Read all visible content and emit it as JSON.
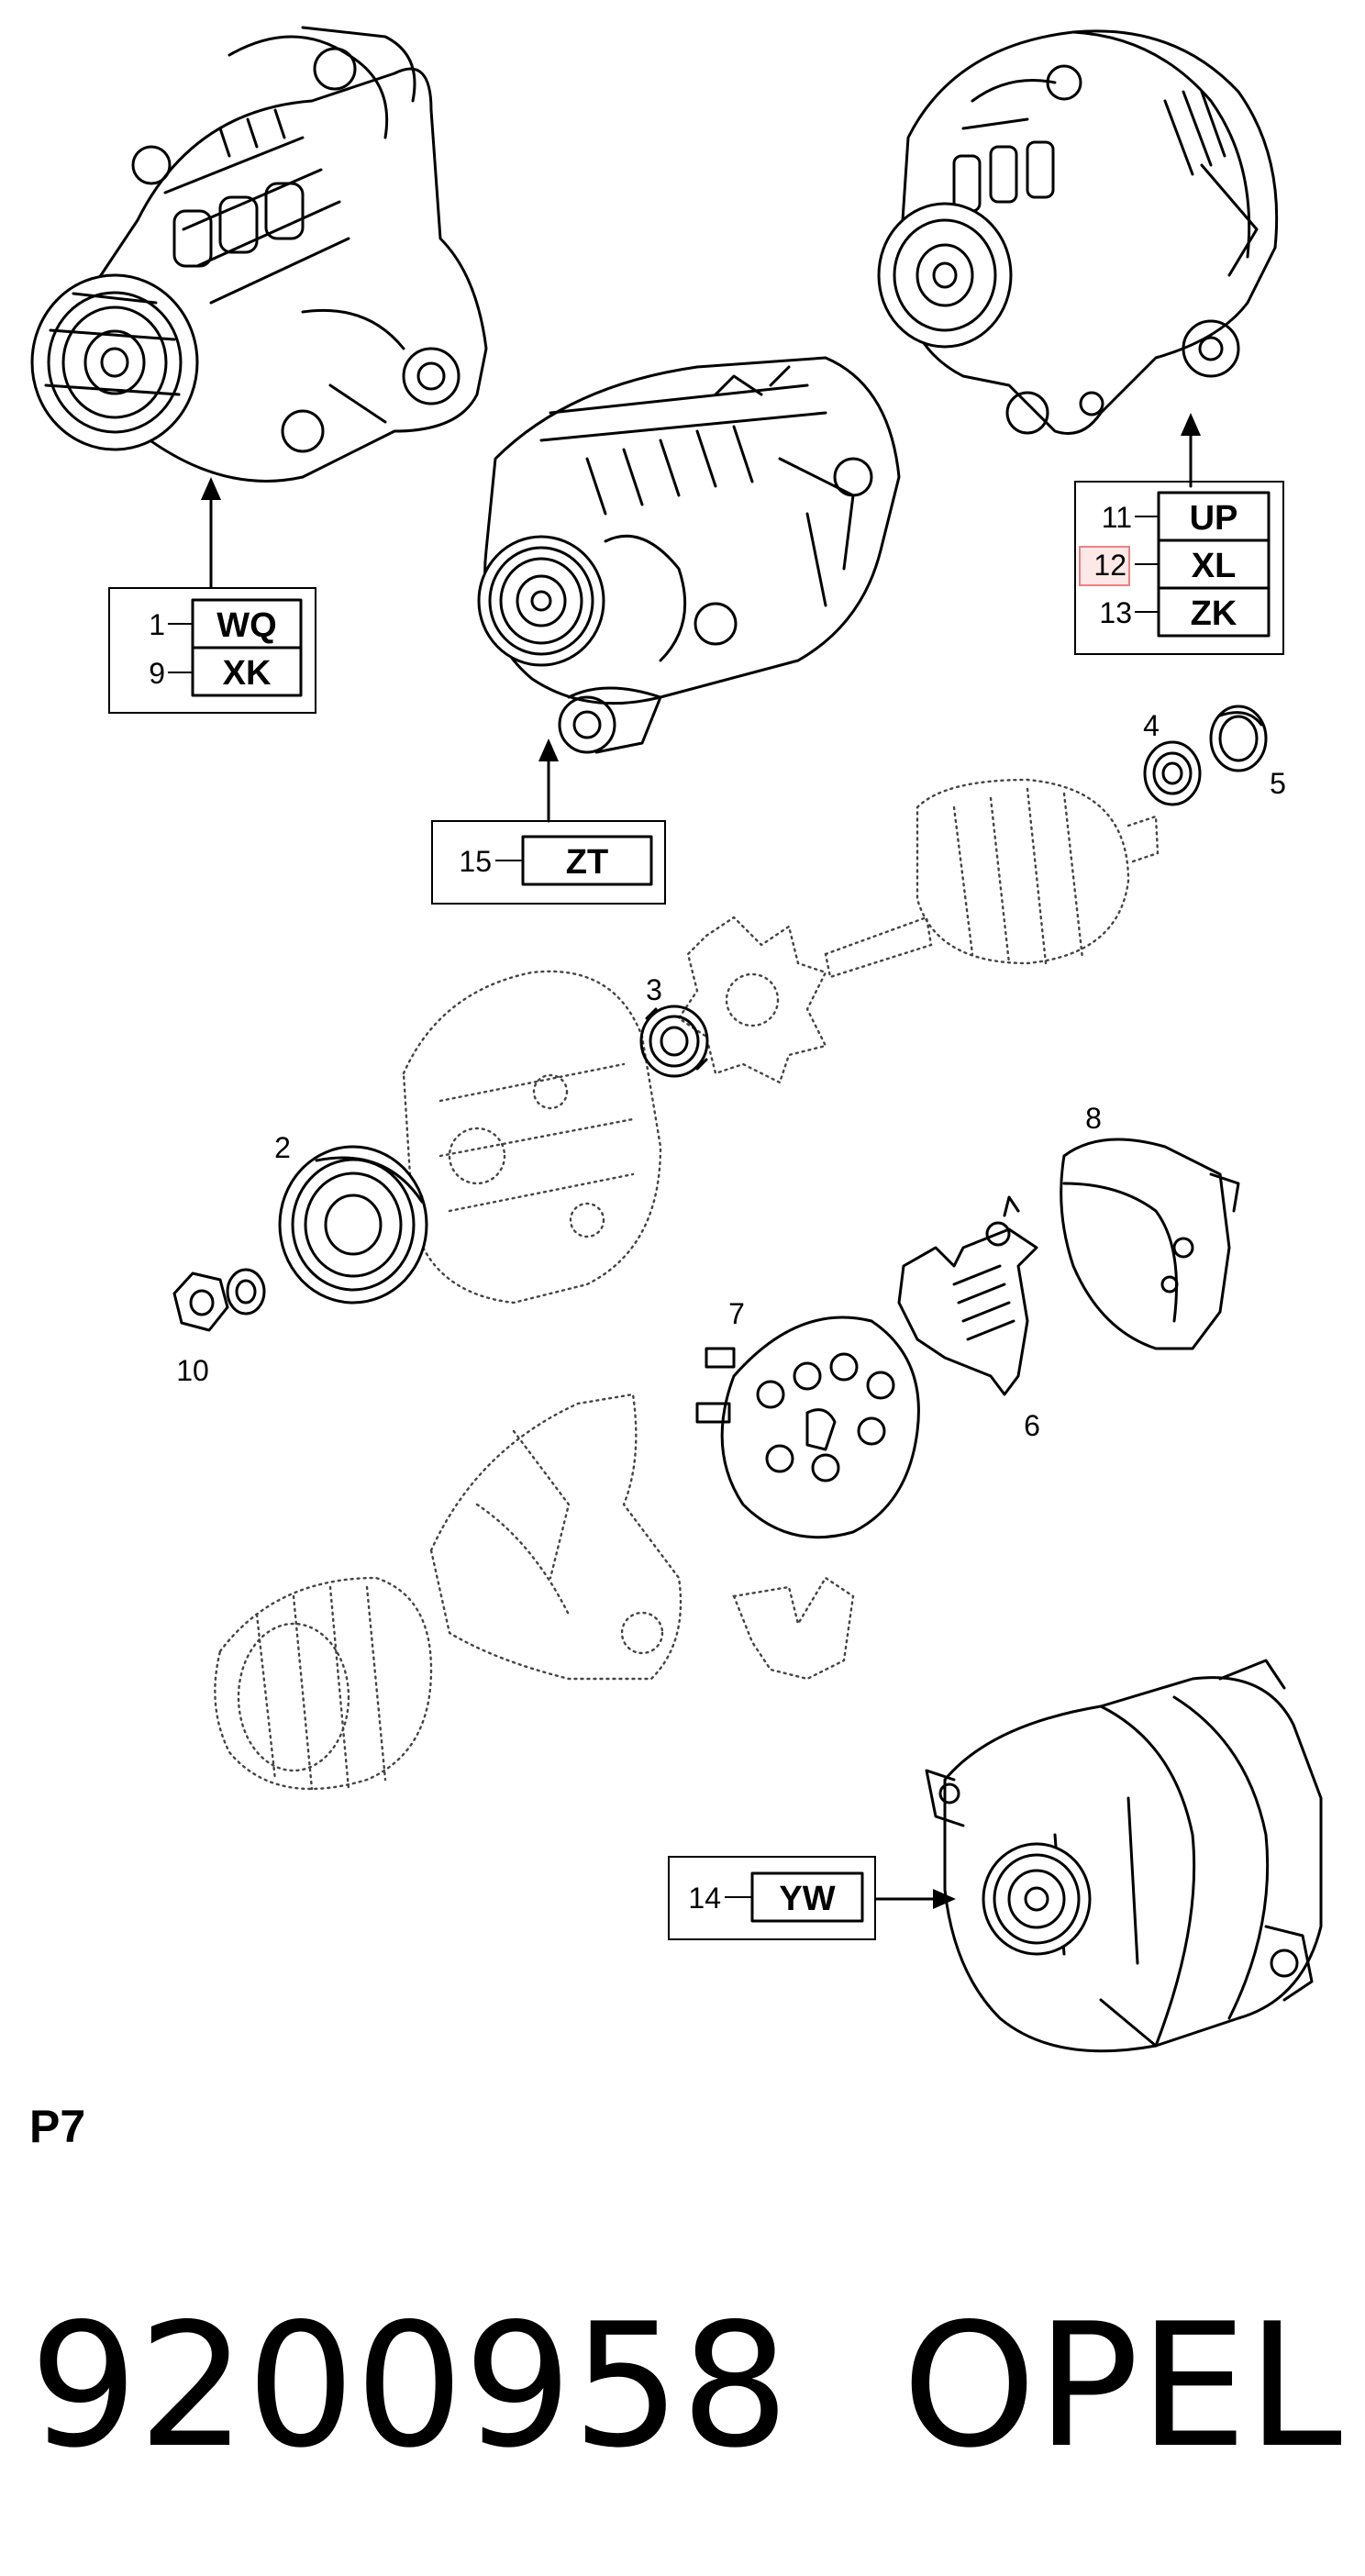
{
  "callouts": {
    "group_top_left": {
      "rows": [
        {
          "num": "1",
          "code": "WQ"
        },
        {
          "num": "9",
          "code": "XK"
        }
      ]
    },
    "group_top_right": {
      "rows": [
        {
          "num": "11",
          "code": "UP"
        },
        {
          "num": "12",
          "code": "XL",
          "highlighted": true
        },
        {
          "num": "13",
          "code": "ZK"
        }
      ]
    },
    "group_center": {
      "rows": [
        {
          "num": "15",
          "code": "ZT"
        }
      ]
    },
    "group_bottom": {
      "rows": [
        {
          "num": "14",
          "code": "YW"
        }
      ]
    }
  },
  "part_numbers": {
    "bearing_front": "3",
    "bearing_rear": "4",
    "bearing_cover": "5",
    "pulley": "2",
    "nut": "10",
    "regulator": "6",
    "rectifier": "7",
    "rear_cover": "8"
  },
  "section_label": "P7",
  "part_number": "9200958",
  "brand": "OPEL",
  "highlight_color": "#f08080",
  "highlight_fill": "#fde8e8"
}
